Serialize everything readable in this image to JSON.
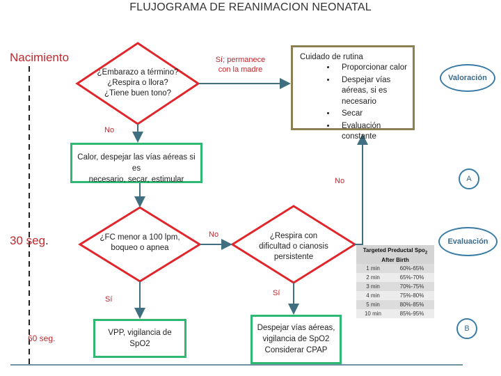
{
  "title": "FLUJOGRAMA DE REANIMACION  NEONATAL",
  "timeline": {
    "birth": "Nacimiento",
    "t30": "30 seg",
    "t30_dot": ".",
    "t60": "60 seg."
  },
  "diamond1": {
    "lines": [
      "¿Embarazo a término?",
      "¿Respira o llora?",
      "¿Tiene buen tono?"
    ]
  },
  "yes_label": {
    "lines": [
      "Sí; permanece",
      "con la madre"
    ]
  },
  "routine": {
    "title": "Cuidado de rutina",
    "items": [
      "Proporcionar calor",
      "Despejar vías aéreas, si es necesario",
      "Secar",
      "Evaluación constante"
    ]
  },
  "no1": "No",
  "box1": {
    "lines": [
      "Calor, despejar las vías aéreas si es",
      "necesario, secar, estimular"
    ]
  },
  "diamond2": {
    "lines": [
      "¿FC menor a 100 lpm,",
      "boqueo o apnea"
    ]
  },
  "no2": "No",
  "diamond3": {
    "lines": [
      "¿Respira con",
      "dificultad o cianosis",
      "persistente"
    ]
  },
  "no3": "No",
  "si1": "Sí",
  "si2": "Sí",
  "box2": {
    "lines": [
      "VPP, vigilancia de",
      "SpO2"
    ]
  },
  "box3": {
    "lines": [
      "Despejar vías aéreas,",
      "vigilancia de SpO2",
      "Considerar CPAP"
    ]
  },
  "ovals": {
    "valoracion": "Valoración",
    "a": "A",
    "evaluacion": "Evaluación",
    "b": "B"
  },
  "spo2": {
    "title_main": "Targeted Preductal Spo",
    "title_sub": "2",
    "title_line2": "After Birth",
    "rows": [
      [
        "1 min",
        "60%-65%"
      ],
      [
        "2 min",
        "65%-70%"
      ],
      [
        "3 min",
        "70%-75%"
      ],
      [
        "4 min",
        "75%-80%"
      ],
      [
        "5 min",
        "80%-85%"
      ],
      [
        "10 min",
        "85%-95%"
      ]
    ]
  },
  "colors": {
    "red": "#e0262b",
    "green": "#2eb872",
    "olive": "#8c7f53",
    "arrow": "#3f6f80",
    "oval": "#3a7ca5"
  }
}
